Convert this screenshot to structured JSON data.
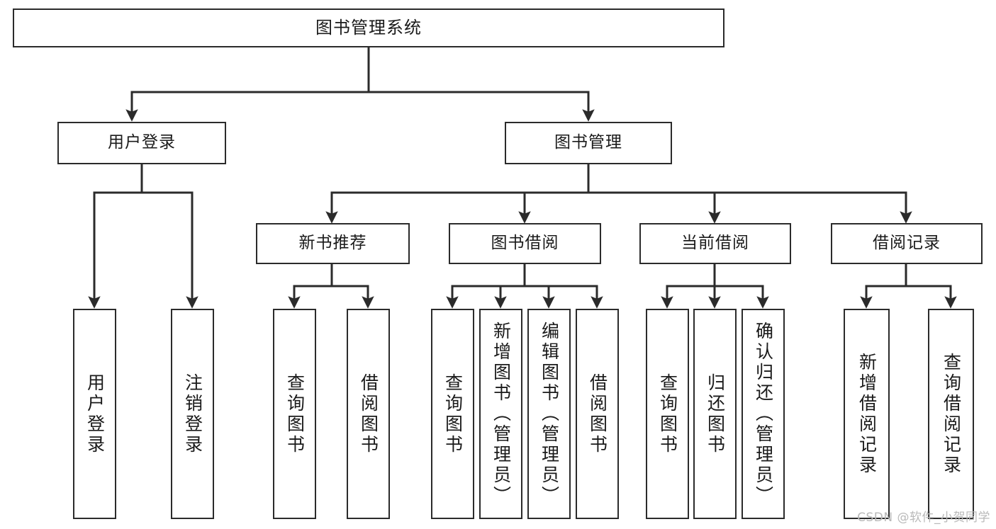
{
  "diagram": {
    "title": "图书管理系统",
    "type": "tree-hierarchy",
    "root": {
      "id": "root",
      "label": "图书管理系统"
    },
    "level2": [
      {
        "id": "user-login",
        "label": "用户登录"
      },
      {
        "id": "book-manage",
        "label": "图书管理"
      }
    ],
    "level3": [
      {
        "id": "new-book-rec",
        "label": "新书推荐",
        "parent": "book-manage"
      },
      {
        "id": "book-borrow",
        "label": "图书借阅",
        "parent": "book-manage"
      },
      {
        "id": "current-borrow",
        "label": "当前借阅",
        "parent": "book-manage"
      },
      {
        "id": "borrow-record",
        "label": "借阅记录",
        "parent": "book-manage"
      }
    ],
    "leaves": {
      "user-login": [
        {
          "id": "leaf-user-login",
          "label": "用户登录"
        },
        {
          "id": "leaf-user-logout",
          "label": "注销登录"
        }
      ],
      "new-book-rec": [
        {
          "id": "leaf-query-book-1",
          "label": "查询图书"
        },
        {
          "id": "leaf-borrow-book-1",
          "label": "借阅图书"
        }
      ],
      "book-borrow": [
        {
          "id": "leaf-query-book-2",
          "label": "查询图书"
        },
        {
          "id": "leaf-add-book",
          "label": "新增图书（管理员）"
        },
        {
          "id": "leaf-edit-book",
          "label": "编辑图书（管理员）"
        },
        {
          "id": "leaf-borrow-book-2",
          "label": "借阅图书"
        }
      ],
      "current-borrow": [
        {
          "id": "leaf-query-book-3",
          "label": "查询图书"
        },
        {
          "id": "leaf-return-book",
          "label": "归还图书"
        },
        {
          "id": "leaf-confirm-return",
          "label": "确认归还（管理员）"
        }
      ],
      "borrow-record": [
        {
          "id": "leaf-add-record",
          "label": "新增借阅记录"
        },
        {
          "id": "leaf-query-record",
          "label": "查询借阅记录"
        }
      ]
    },
    "colors": {
      "line": "#2b2b2b",
      "box_border": "#2b2b2b",
      "box_fill": "#ffffff",
      "text": "#1a1a1a",
      "background": "#ffffff",
      "watermark": "#b9b9b9"
    }
  },
  "watermark": {
    "text": "CSDN @软件_小贺同学"
  }
}
